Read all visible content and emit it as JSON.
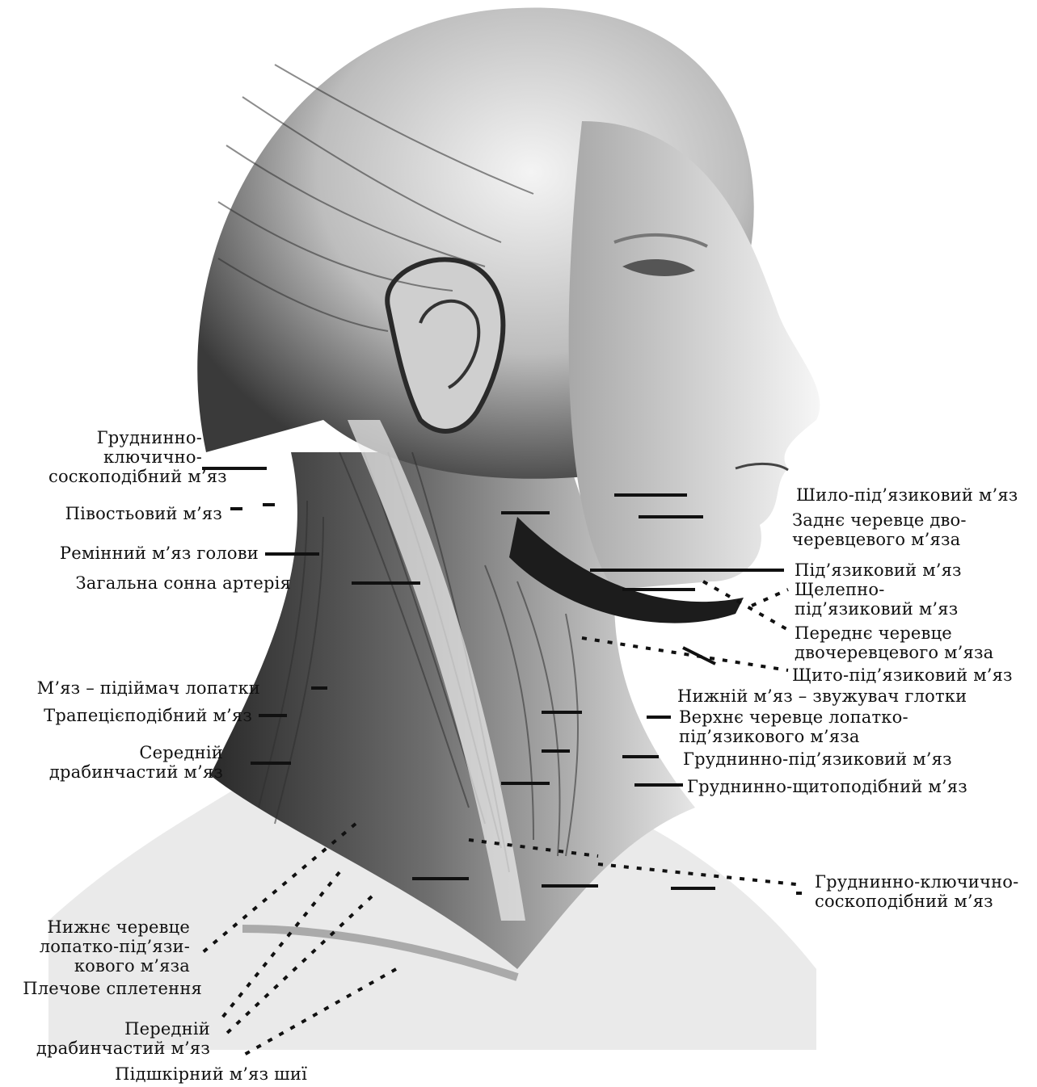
{
  "colors": {
    "ink": "#111111",
    "shade": "#8c8c8c",
    "skin": "#e9e9e9",
    "background": "#ffffff"
  },
  "figure": {
    "subject": "head-neck-muscles-illustration"
  },
  "labels": {
    "left": {
      "sternocleidomastoid_top": "Груднинно-\nключично-\nсоскоподібний м’яз",
      "semispinalis": "Півостьовий м’яз",
      "splenius": "Ремінний м’яз голови",
      "carotid": "Загальна сонна артерія",
      "levator_scapulae": "М’яз – підіймач лопатки",
      "trapezius": "Трапецієподібний м’яз",
      "middle_scalene": "Середній\nдрабинчастий м’яз",
      "inferior_omohyoid": "Нижнє черевце\nлопатко-під’язи-\nкового м’яза",
      "brachial_plexus": "Плечове сплетення",
      "anterior_scalene": "Передній\nдрабинчастий м’яз",
      "platysma": "Підшкірний м’яз шиї"
    },
    "right": {
      "stylohyoid": "Шило-під’язиковий м’яз",
      "posterior_digastric": "Заднє черевце дво-\nчеревцевого м’яза",
      "hyoglossus": "Під’язиковий м’яз",
      "mylohyoid": "Щелепно-\nпід’язиковий м’яз",
      "anterior_digastric": "Переднє черевце\nдвочеревцевого м’яза",
      "thyrohyoid": "Щито-під’язиковий м’яз",
      "inferior_constrictor": "Нижній м’яз – звужувач глотки",
      "superior_omohyoid": "Верхнє черевце лопатко-\nпід’язикового м’яза",
      "sternohyoid": "Груднинно-під’язиковий м’яз",
      "sternothyroid": "Груднинно-щитоподібний м’яз",
      "sternocleidomastoid_bottom": "Груднинно-ключично-\nсоскоподібний м’яз"
    }
  }
}
